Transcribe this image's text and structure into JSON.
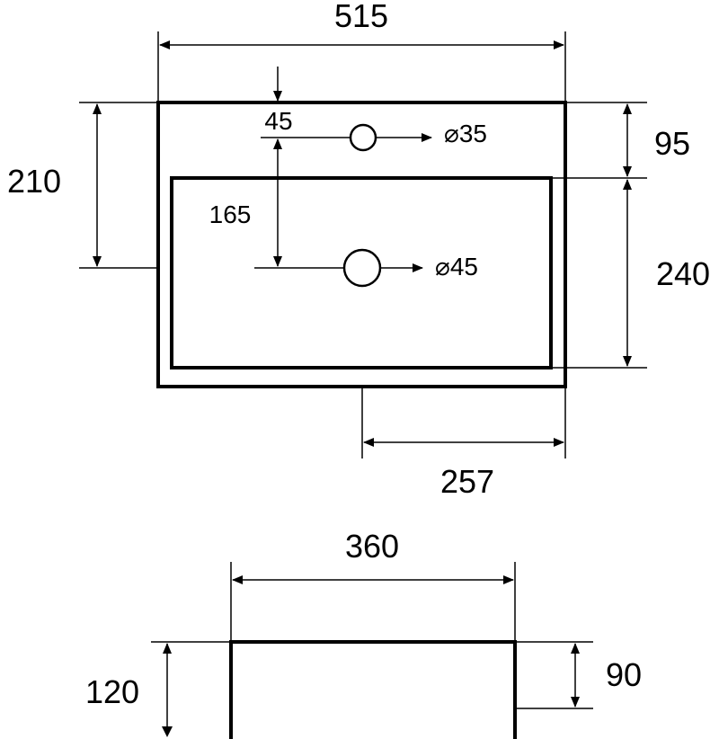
{
  "top_view": {
    "width_label": "515",
    "height_label": "210",
    "tap_offset_label": "45",
    "tap_hole_label": "⌀35",
    "drain_offset_label": "165",
    "drain_hole_label": "⌀45",
    "top_rim_label": "95",
    "bowl_depth_label": "240",
    "center_label": "257"
  },
  "side_view": {
    "width_label": "360",
    "total_height_label": "120",
    "inner_height_label": "90"
  }
}
